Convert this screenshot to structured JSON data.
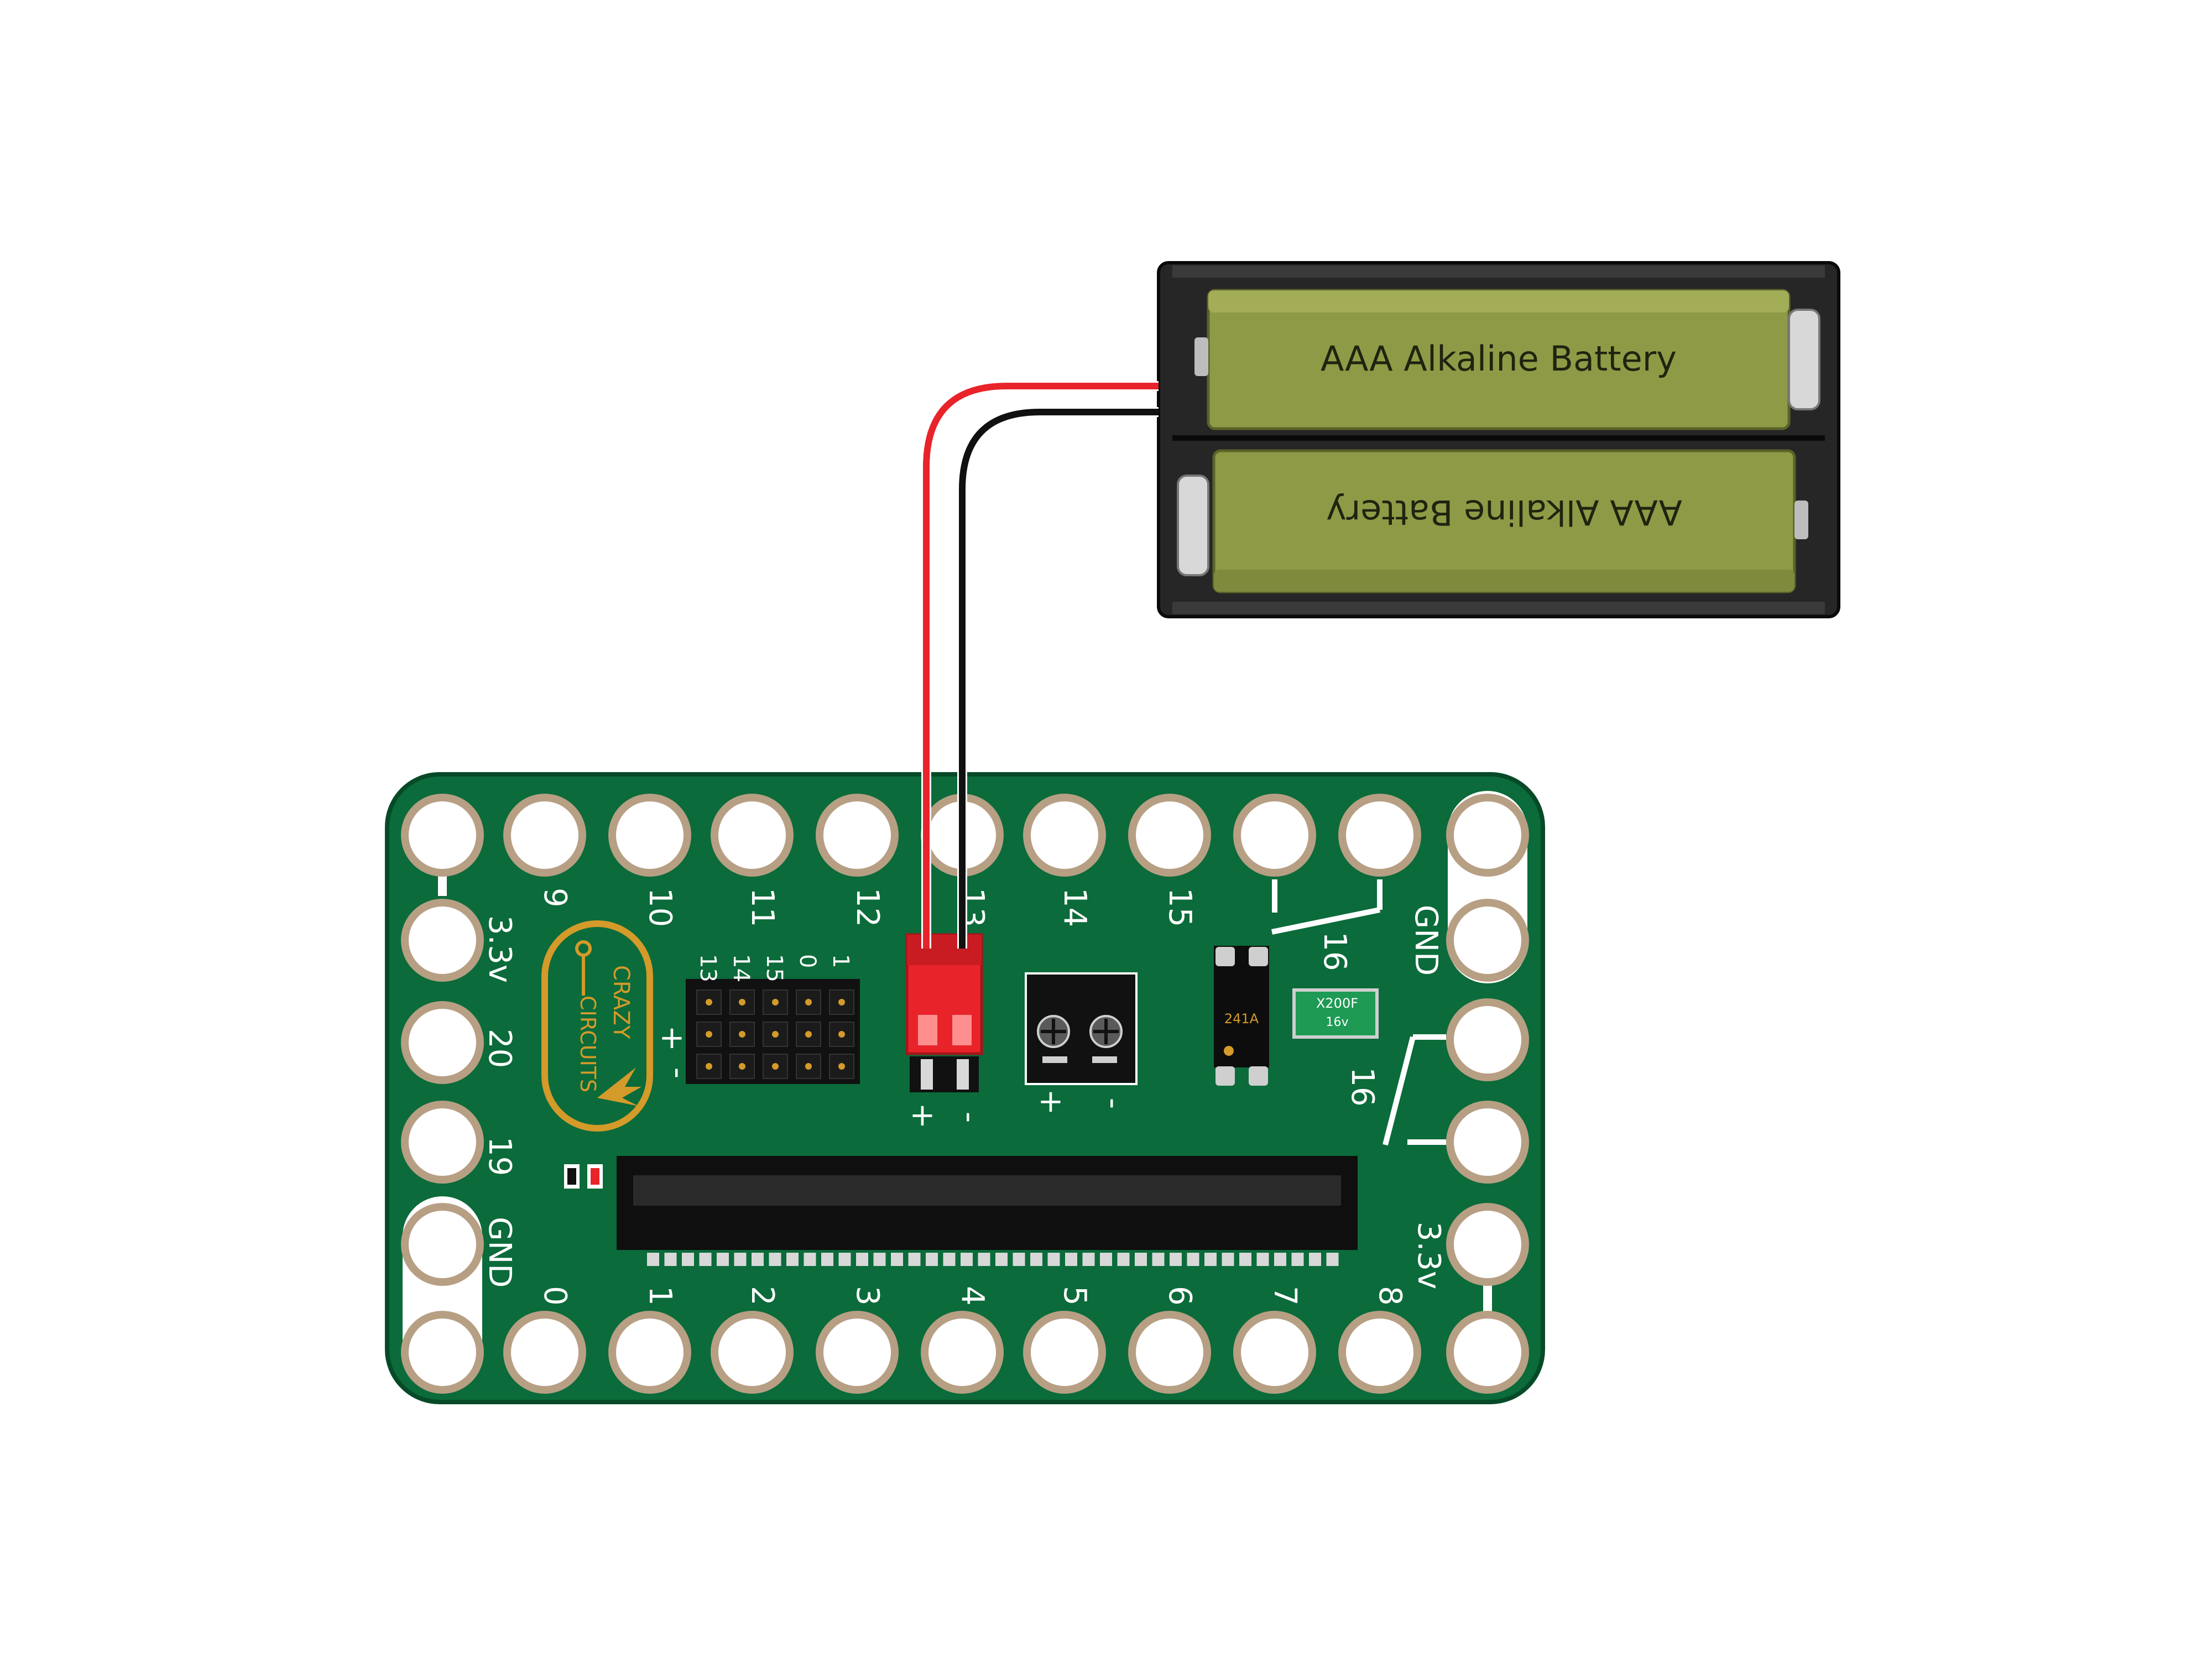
{
  "diagram": {
    "battery_pack": {
      "top_cell_label": "AAA Alkaline Battery",
      "bottom_cell_label": "AAA Alkaline Battery",
      "cell_color": "#8f9a46",
      "case_color": "#1e1e1e"
    },
    "wires": {
      "positive_color": "#e8242a",
      "negative_color": "#111111"
    },
    "board": {
      "color": "#0b6b3a",
      "pad_ring_color": "#b79f84",
      "logo": {
        "line1": "CRAZY",
        "line2": "CIRCUITS",
        "color": "#d49a2a"
      },
      "top_pins": [
        "9",
        "10",
        "11",
        "12",
        "13",
        "14",
        "15"
      ],
      "bottom_pins": [
        "0",
        "1",
        "2",
        "3",
        "4",
        "5",
        "6",
        "7",
        "8"
      ],
      "left_pins": [
        "3.3v",
        "20",
        "19",
        "GND"
      ],
      "right_top_gnd": "GND",
      "right_bottom_33v": "3.3v",
      "jumper_16_a": "16",
      "jumper_16_b": "16",
      "header_labels": [
        "13",
        "14",
        "15",
        "0",
        "1"
      ],
      "header_plus": "+",
      "header_minus": "-",
      "jst_plus": "+",
      "jst_minus": "-",
      "terminal_plus": "+",
      "terminal_minus": "-",
      "ic_label": "241A",
      "fuse_line1": "X200F",
      "fuse_line2": "16v"
    }
  }
}
